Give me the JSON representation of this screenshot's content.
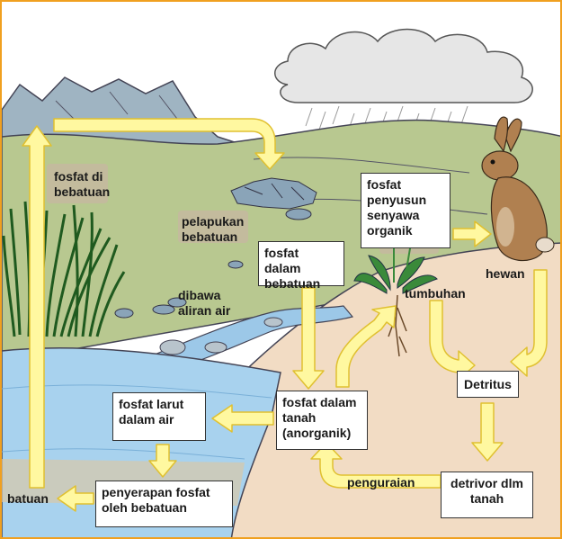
{
  "labels": {
    "fosfat_di_bebatuan": "fosfat di\nbebatuan",
    "pelapukan_bebatuan": "pelapukan\nbebatuan",
    "dibawa_aliran_air": "dibawa\naliran air",
    "tumbuhan": "tumbuhan",
    "hewan": "hewan",
    "batuan": "batuan",
    "penguraian": "penguraian"
  },
  "boxes": {
    "fosfat_dalam_bebatuan": "fosfat dalam\nbebatuan",
    "fosfat_penyusun": "fosfat\npenyusun\nsenyawa\norganik",
    "fosfat_dalam_tanah": "fosfat dalam\ntanah\n(anorganik)",
    "fosfat_larut": "fosfat larut\ndalam air",
    "detritus": "Detritus",
    "penyerapan_fosfat": "penyerapan fosfat\noleh bebatuan",
    "detrivor_dlm_tanah": "detrivor dlm\ntanah"
  },
  "colors": {
    "arrow_fill": "#fff8a0",
    "arrow_stroke": "#e0c030",
    "frame_border": "#f0a020",
    "water": "#9cc8e8",
    "grass": "#b8c890",
    "soil": "#f2dcc4",
    "mountain": "#9fb4c2"
  }
}
